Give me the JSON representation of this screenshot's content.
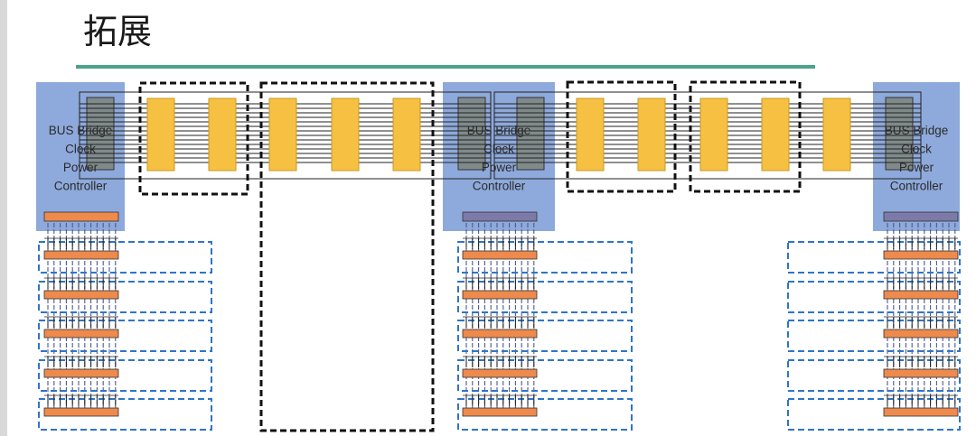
{
  "title": "拓展",
  "colors": {
    "controller_fill": "#8ea9db",
    "controller_inner": "#808a8a",
    "chip_fill": "#f6c042",
    "chip_stroke": "#c89a20",
    "port_fill": "#ed8a4c",
    "port_muted": "#7c7aa8",
    "blue_dash": "#2e75c9",
    "black_dash": "#111111",
    "title_rule": "#4aa38a"
  },
  "controllers": [
    {
      "lines": [
        "BUS Bridge",
        "Clock",
        "Power",
        "Controller"
      ]
    },
    {
      "lines": [
        "BUS Bridge",
        "Clock",
        "Power",
        "Controller"
      ]
    },
    {
      "lines": [
        "BUS Bridge",
        "Clock",
        "Power",
        "Controller"
      ]
    }
  ]
}
